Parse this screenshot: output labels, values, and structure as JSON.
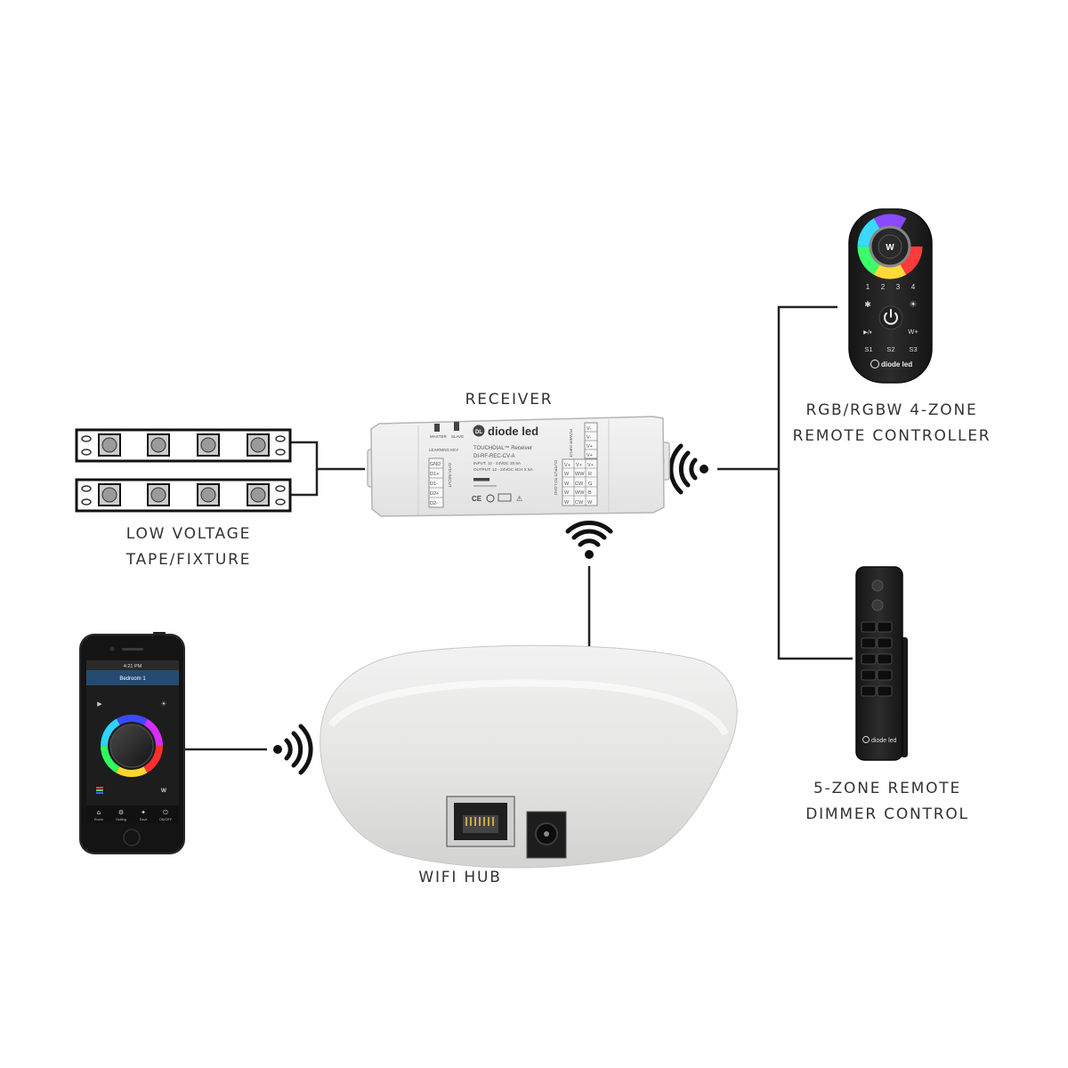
{
  "labels": {
    "receiver": "RECEIVER",
    "tape_line1": "LOW VOLTAGE",
    "tape_line2": "TAPE/FIXTURE",
    "wifi_hub": "WIFI HUB",
    "rgb_remote_line1": "RGB/RGBW 4-ZONE",
    "rgb_remote_line2": "REMOTE CONTROLLER",
    "dimmer_line1": "5-ZONE REMOTE",
    "dimmer_line2": "DIMMER CONTROL"
  },
  "receiver_device": {
    "brand": "diode led",
    "product": "TOUCHDIAL™ Receiver",
    "model": "DI-RF-REC-CV-A",
    "input": "INPUT: 12 - 24VDC 20.5A",
    "output": "OUTPUT: 12 - 24VDC 4CH X 5A",
    "master": "MASTER",
    "slave": "SLAVE",
    "learning_key": "LEARNING KEY",
    "data_inout": "DATA IN/OUT",
    "output_to_load": "OUTPUT TO LOAD",
    "power_input": "POWER INPUT",
    "data_terminals": [
      "GND",
      "D1+",
      "D1-",
      "D2+",
      "D2-"
    ],
    "power_terminals": [
      "V-",
      "V-",
      "V+",
      "V+"
    ],
    "output_rows": [
      [
        "V+",
        "V+",
        "V+"
      ],
      [
        "W",
        "WW",
        "R"
      ],
      [
        "W",
        "CW",
        "G"
      ],
      [
        "W",
        "WW",
        "B"
      ],
      [
        "W",
        "CW",
        "W"
      ]
    ]
  },
  "rgb_remote_device": {
    "w_key": "W",
    "zones": [
      "1",
      "2",
      "3",
      "4"
    ],
    "w_plus": "W+",
    "scenes": [
      "S1",
      "S2",
      "S3"
    ],
    "brand": "diode led"
  },
  "dimmer_device": {
    "brand": "diode led"
  },
  "phone": {
    "time": "4:21 PM",
    "room": "Bedroom 1",
    "w_key": "W",
    "tabs": [
      "Room",
      "Setting",
      "Save",
      "ON/OFF"
    ]
  },
  "colors": {
    "line": "#222222",
    "caption": "#333333",
    "device_white": "#efefef",
    "device_dark": "#1c1c1c"
  },
  "icons": [
    "wifi-signal-icon",
    "power-icon",
    "home-icon",
    "gear-icon",
    "save-icon",
    "sun-icon"
  ]
}
